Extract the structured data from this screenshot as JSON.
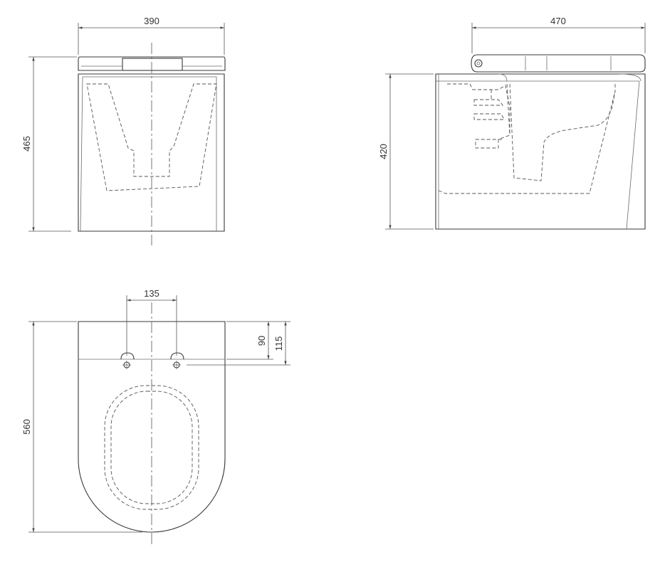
{
  "views": {
    "front": {
      "width_label": "390",
      "height_label": "465"
    },
    "side": {
      "width_label": "470",
      "height_label": "420"
    },
    "top": {
      "hinge_spacing_label": "135",
      "hinge_offset_label": "90",
      "seat_offset_label": "115",
      "depth_label": "560"
    }
  },
  "colors": {
    "line": "#3a3a3a",
    "background": "#ffffff"
  }
}
